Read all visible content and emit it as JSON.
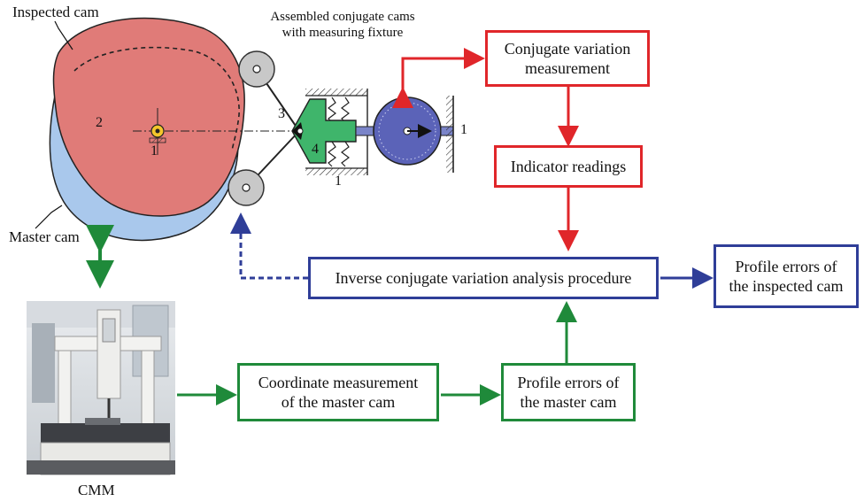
{
  "labels": {
    "inspected_cam": "Inspected cam",
    "master_cam": "Master cam",
    "assembled": [
      "Assembled conjugate cams",
      "with measuring fixture"
    ],
    "cmm": "CMM",
    "part_numbers": {
      "n1a": "1",
      "n1b": "1",
      "n1c": "1",
      "n2": "2",
      "n3": "3",
      "n4": "4"
    }
  },
  "boxes": {
    "conjugate_variation": [
      "Conjugate variation",
      "measurement"
    ],
    "indicator_readings": "Indicator readings",
    "inverse_analysis": "Inverse conjugate variation analysis procedure",
    "profile_errors_inspected": [
      "Profile errors of",
      "the inspected cam"
    ],
    "coordinate_measurement": [
      "Coordinate measurement",
      "of the master cam"
    ],
    "profile_errors_master": [
      "Profile errors of",
      "the master cam"
    ]
  },
  "colors": {
    "red": "#e0262a",
    "blue": "#2f3e98",
    "green": "#1f8a3a",
    "inspected_cam_fill": "#e07b78",
    "master_cam_fill": "#a9c8ec",
    "follower_fill": "#3fb56b",
    "indicator_fill": "#5b63b8",
    "roller_fill": "#c8c8c8"
  }
}
